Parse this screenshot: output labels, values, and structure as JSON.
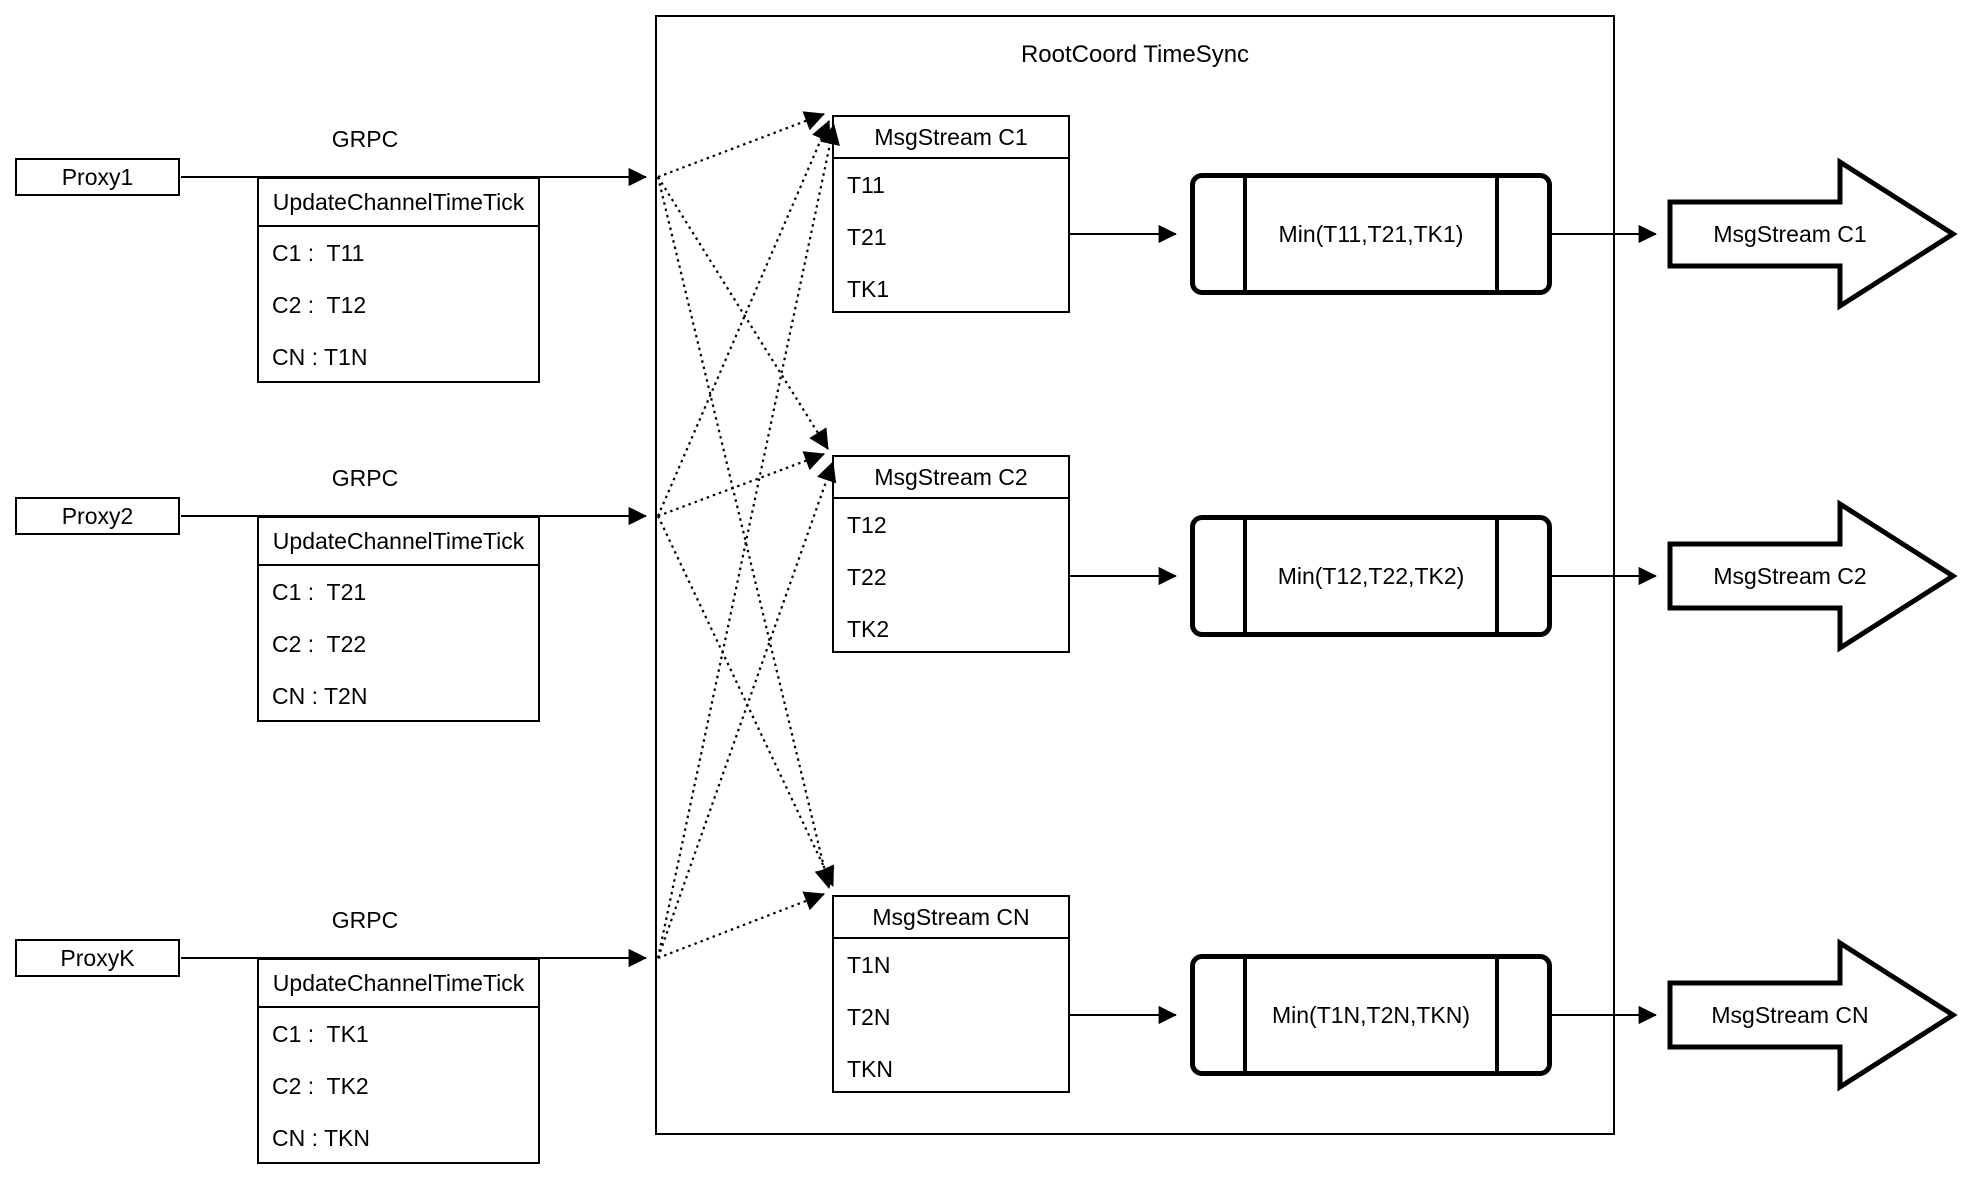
{
  "title": "RootCoord TimeSync",
  "colors": {
    "ink": "#000000",
    "background": "#ffffff"
  },
  "rows": [
    {
      "proxy_label": "Proxy1",
      "grpc_label": "GRPC",
      "update_tick": {
        "header": "UpdateChannelTimeTick",
        "entries": [
          "C1 :  T11",
          "C2 :  T12",
          "CN : T1N"
        ]
      },
      "msgstream": {
        "header": "MsgStream C1",
        "entries": [
          "T11",
          "T21",
          "TK1"
        ]
      },
      "min_label": "Min(T11,T21,TK1)",
      "output_label": "MsgStream C1"
    },
    {
      "proxy_label": "Proxy2",
      "grpc_label": "GRPC",
      "update_tick": {
        "header": "UpdateChannelTimeTick",
        "entries": [
          "C1 :  T21",
          "C2 :  T22",
          "CN : T2N"
        ]
      },
      "msgstream": {
        "header": "MsgStream C2",
        "entries": [
          "T12",
          "T22",
          "TK2"
        ]
      },
      "min_label": "Min(T12,T22,TK2)",
      "output_label": "MsgStream C2"
    },
    {
      "proxy_label": "ProxyK",
      "grpc_label": "GRPC",
      "update_tick": {
        "header": "UpdateChannelTimeTick",
        "entries": [
          "C1 :  TK1",
          "C2 :  TK2",
          "CN : TKN"
        ]
      },
      "msgstream": {
        "header": "MsgStream CN",
        "entries": [
          "T1N",
          "T2N",
          "TKN"
        ]
      },
      "min_label": "Min(T1N,T2N,TKN)",
      "output_label": "MsgStream CN"
    }
  ]
}
